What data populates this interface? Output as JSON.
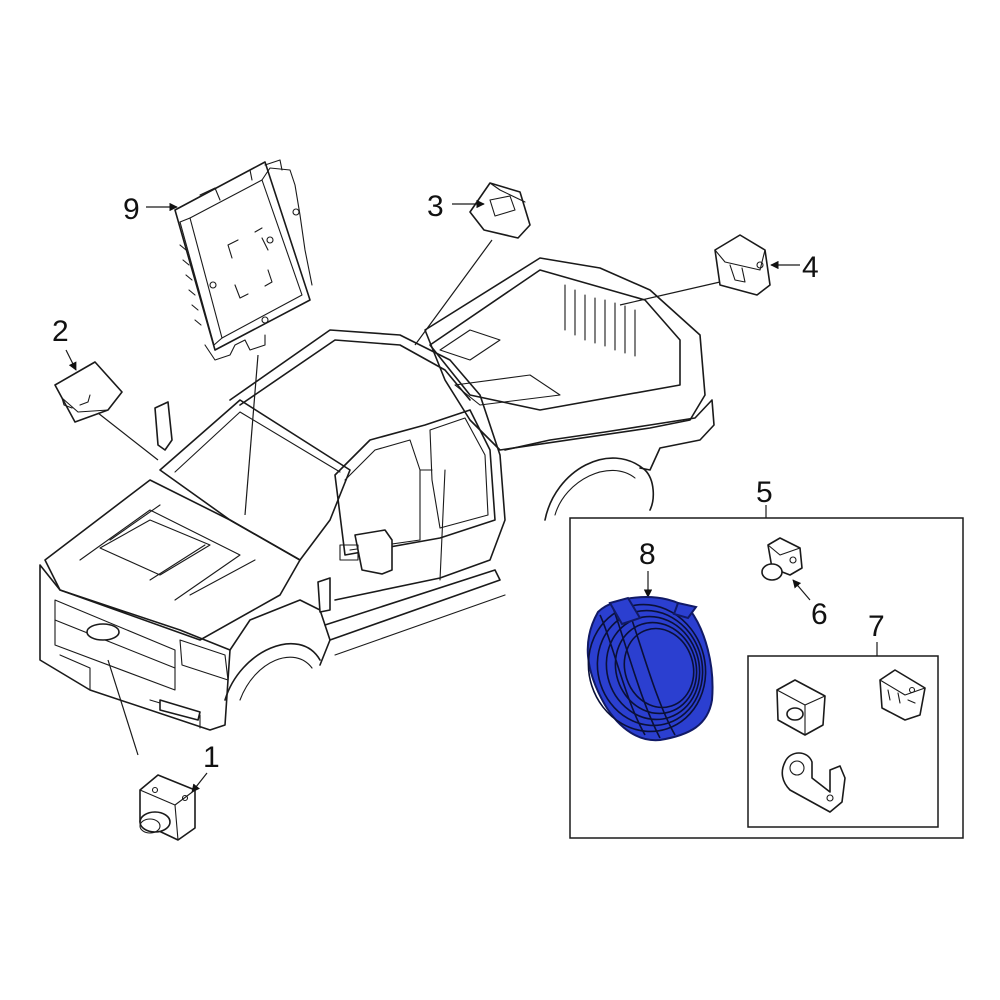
{
  "diagram": {
    "callouts": {
      "c1": "1",
      "c2": "2",
      "c3": "3",
      "c4": "4",
      "c5": "5",
      "c6": "6",
      "c7": "7",
      "c8": "8",
      "c9": "9"
    },
    "highlight_color": "#2b3fd0",
    "highlighted_part": "8"
  }
}
